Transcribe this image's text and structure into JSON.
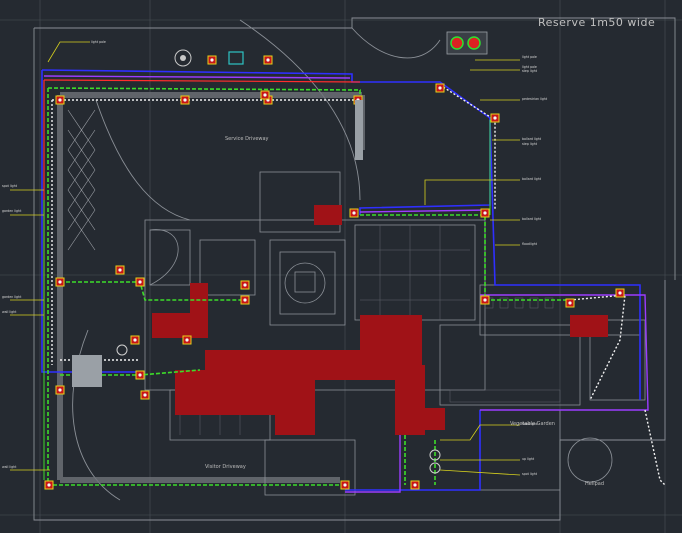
{
  "drawing": {
    "top_label": "Reserve 1m50 wide",
    "areas": {
      "service_driveway": "Service Driveway",
      "vegetable_garden": "Vegetable Garden",
      "visitor_parking": "Visitor Driveway",
      "helipad": "Helipad"
    },
    "callouts": [
      "light pole",
      "light pole",
      "light pole",
      "pedestrian light",
      "bollard light",
      "bollard light",
      "bollard light",
      "floodlight",
      "floodlight",
      "up light",
      "spot light",
      "spot light",
      "garden light",
      "garden light",
      "wall light",
      "wall light",
      "step light",
      "step light"
    ],
    "colors": {
      "background": "#252a31",
      "outline": "#8a8f96",
      "cable_green": "#3ddc2a",
      "cable_white": "#f2f2f2",
      "cable_blue": "#2f2fff",
      "cable_purple": "#9b3cff",
      "cable_red": "#ff2d2d",
      "fixture": "#c8161a",
      "building_fill": "#a01217",
      "callout_line": "#d6d11e"
    },
    "icons": [
      "fixture-icon",
      "pump-icon",
      "tank-icon",
      "light-icon"
    ]
  }
}
